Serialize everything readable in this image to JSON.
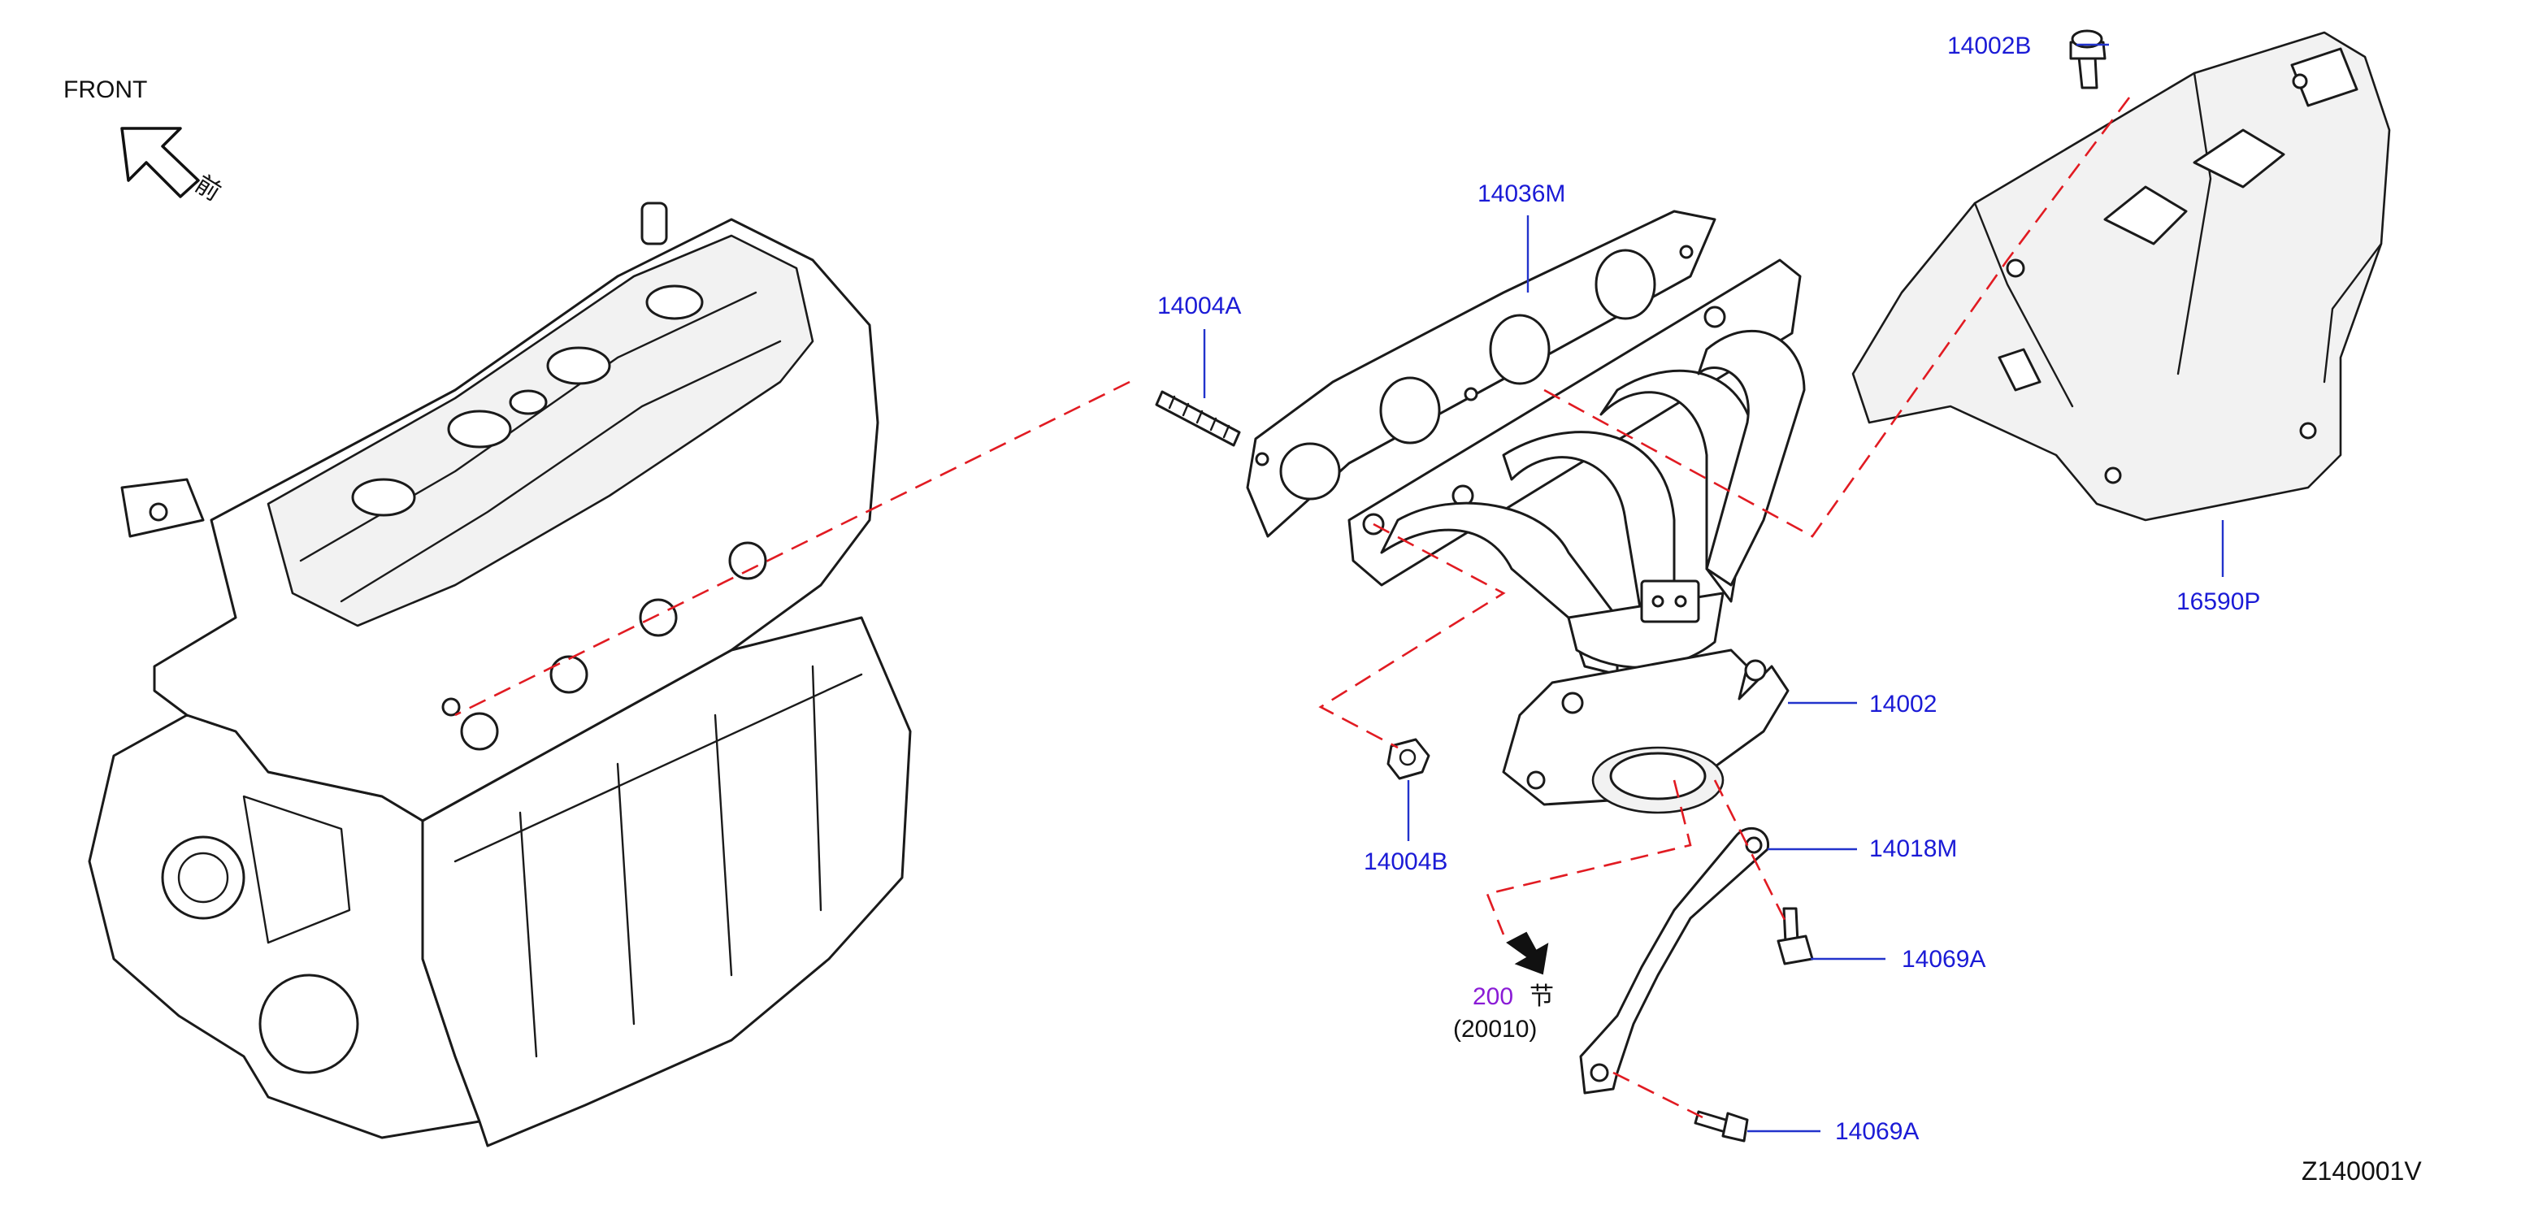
{
  "orientation": {
    "label": "FRONT",
    "label_kanji": "前"
  },
  "callouts": {
    "heat_insulator_bolt": "14002B",
    "manifold_gasket": "14036M",
    "stud": "14004A",
    "heat_insulator": "16590P",
    "exhaust_manifold": "14002",
    "nut": "14004B",
    "bracket": "14018M",
    "bolt_upper": "14069A",
    "bolt_lower": "14069A"
  },
  "section_reference": {
    "number": "200",
    "kanji": "节",
    "code": "(20010)"
  },
  "diagram_id": "Z140001V",
  "colors": {
    "part_number": "#1b1bd6",
    "reference_number": "#8a1bd6",
    "phantom_line": "#e11b22",
    "outline": "#1a1a1a"
  }
}
